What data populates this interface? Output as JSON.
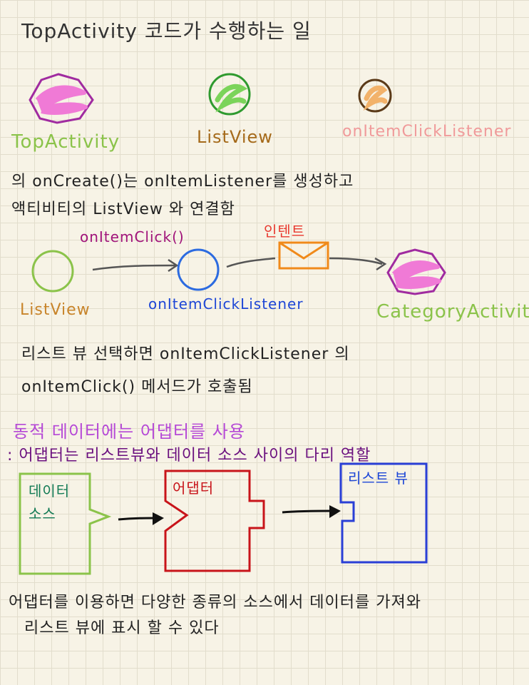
{
  "title": "TopActivity 코드가 수행하는 일",
  "legend": {
    "top_activity": "TopActivity",
    "list_view": "ListView",
    "on_item_click_listener": "onItemClickListener"
  },
  "intro": {
    "line1": "의 onCreate()는 onItemListener를 생성하고",
    "line2": "액티비티의 ListView 와 연결함"
  },
  "flow": {
    "method_label": "onItemClick()",
    "intent_label": "인텐트",
    "list_view_label": "ListView",
    "listener_label": "onItemClickListener",
    "target_label": "CategoryActivity"
  },
  "explanation": {
    "line1": "리스트 뷰 선택하면 onItemClickListener 의",
    "line2": "onItemClick() 메서드가 호출됨"
  },
  "adapter": {
    "heading": "동적 데이터에는 어댑터를 사용",
    "subheading": ": 어댑터는 리스트뷰와 데이터 소스 사이의 다리 역할",
    "data_source_line1": "데이터",
    "data_source_line2": "소스",
    "adapter_label": "어댑터",
    "list_view_label": "리스트 뷰"
  },
  "conclusion": {
    "line1": "어댑터를 이용하면 다양한 종류의 소스에서 데이터를 가져와",
    "line2": "리스트 뷰에 표시 할 수 있다"
  },
  "colors": {
    "top_activity": "#d23fd6",
    "top_activity_fill": "#f07ad6",
    "list_view_circle": "#8bc34a",
    "listener_circle": "#2c6be0",
    "listener_fill": "#f2b26a",
    "data_source_box": "#8bc34a",
    "adapter_box": "#c8141a",
    "list_view_box": "#2a3fd6",
    "intent": "#f08a1a"
  }
}
